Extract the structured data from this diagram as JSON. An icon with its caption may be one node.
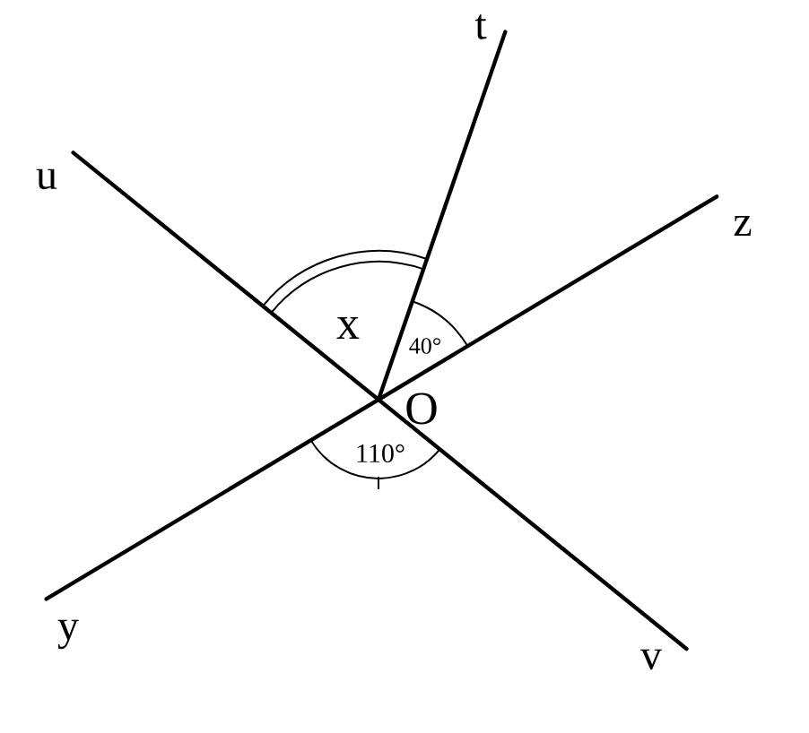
{
  "diagram": {
    "labels": [
      "t",
      "u",
      "z",
      "x",
      "40°",
      "O",
      "110°",
      "y",
      "v"
    ]
  }
}
